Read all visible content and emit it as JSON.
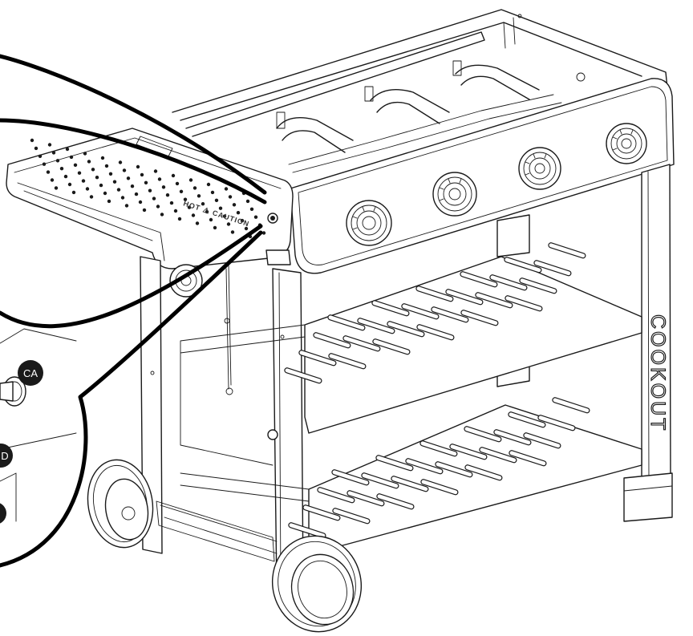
{
  "diagram": {
    "brand_text": "COOKOUT",
    "panel_marking": "HOT ⚠ CAUTION",
    "callout_labels": [
      "CA",
      "D"
    ],
    "colors": {
      "line": "#1a1a1a",
      "background": "#ffffff",
      "badge": "#1a1a1a"
    },
    "burner_knob_count": 4
  }
}
